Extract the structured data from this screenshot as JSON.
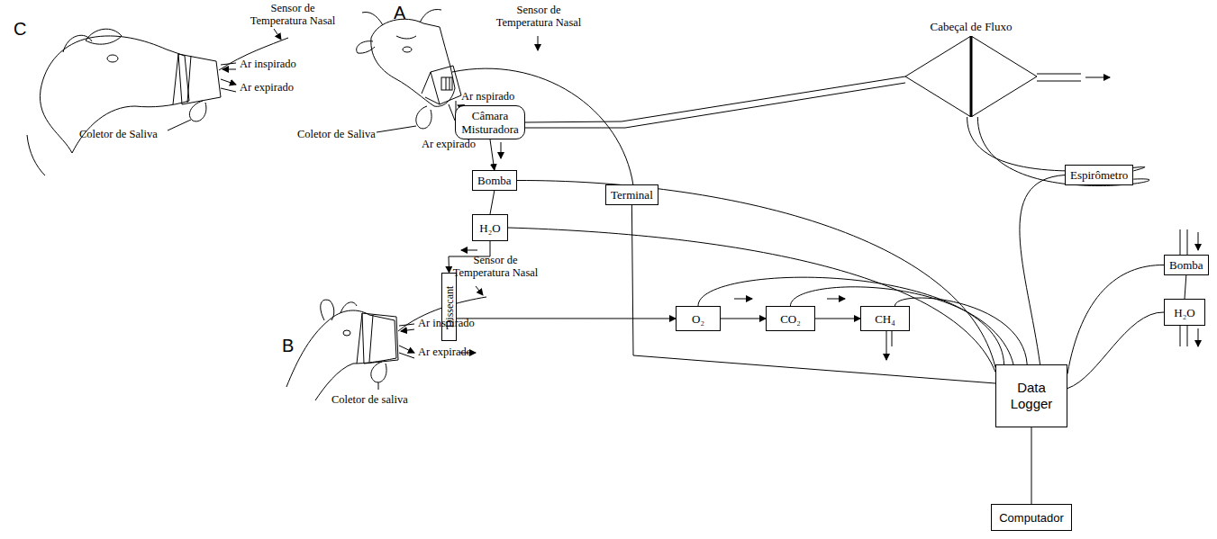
{
  "diagram": {
    "nodes": [
      {
        "text": [
          "Câmara Misturadora"
        ]
      },
      {
        "text": [
          "Cabeçal de Fluxo"
        ]
      },
      {
        "text": [
          "Terminal"
        ]
      },
      {
        "text": [
          "Bomba"
        ]
      },
      {
        "text": [
          "Espirômetro"
        ]
      },
      {
        "text": [
          "H₂O"
        ]
      },
      {
        "text": [
          "Bomba"
        ]
      },
      {
        "text": [
          "H₂O"
        ]
      },
      {
        "text": [
          "Dissecant"
        ]
      },
      {
        "text": [
          "O₂"
        ]
      },
      {
        "text": [
          "CO₂"
        ]
      },
      {
        "text": [
          "CH₄"
        ]
      },
      {
        "text": [
          "Data Logger"
        ]
      },
      {
        "text": [
          "Computador"
        ]
      }
    ],
    "edges": [
      {
        "from": 0,
        "to": 3,
        "arrow": "to"
      },
      {
        "from": 3,
        "to": 5,
        "arrow": "none"
      },
      {
        "from": 5,
        "to": 8,
        "arrow": "to"
      },
      {
        "from": 8,
        "to": 9,
        "arrow": "to"
      },
      {
        "from": 9,
        "to": 10,
        "arrow": "to"
      },
      {
        "from": 10,
        "to": 11,
        "arrow": "to"
      },
      {
        "from": 0,
        "to": 1,
        "arrow": "none"
      },
      {
        "from": 1,
        "to": 4,
        "arrow": "none"
      },
      {
        "from": 1,
        "to": 4,
        "arrow": "none"
      },
      {
        "from": 3,
        "to": 12,
        "arrow": "none"
      },
      {
        "from": 5,
        "to": 12,
        "arrow": "none"
      },
      {
        "from": 9,
        "to": 12,
        "arrow": "none"
      },
      {
        "from": 10,
        "to": 12,
        "arrow": "none"
      },
      {
        "from": 11,
        "to": 12,
        "arrow": "none"
      },
      {
        "from": 4,
        "to": 12,
        "arrow": "none"
      },
      {
        "from": 2,
        "to": 12,
        "arrow": "none"
      },
      {
        "from": 6,
        "to": 7,
        "arrow": "none"
      },
      {
        "from": 6,
        "to": 12,
        "arrow": "none"
      },
      {
        "from": 7,
        "to": 12,
        "arrow": "none"
      },
      {
        "from": 12,
        "to": 13,
        "arrow": "none"
      }
    ],
    "labels": [
      "A",
      "Sensor de Temperatura Nasal",
      "Ar nspirado",
      "Ar expirado",
      "Coletor de Saliva",
      "C",
      "Sensor de Temperatura Nasal",
      "Ar inspirado",
      "Ar expirado",
      "Coletor de Saliva",
      "B",
      "Sensor de Temperatura Nasal",
      "Ar inspirado",
      "Ar expirado",
      "Coletor de saliva"
    ]
  }
}
